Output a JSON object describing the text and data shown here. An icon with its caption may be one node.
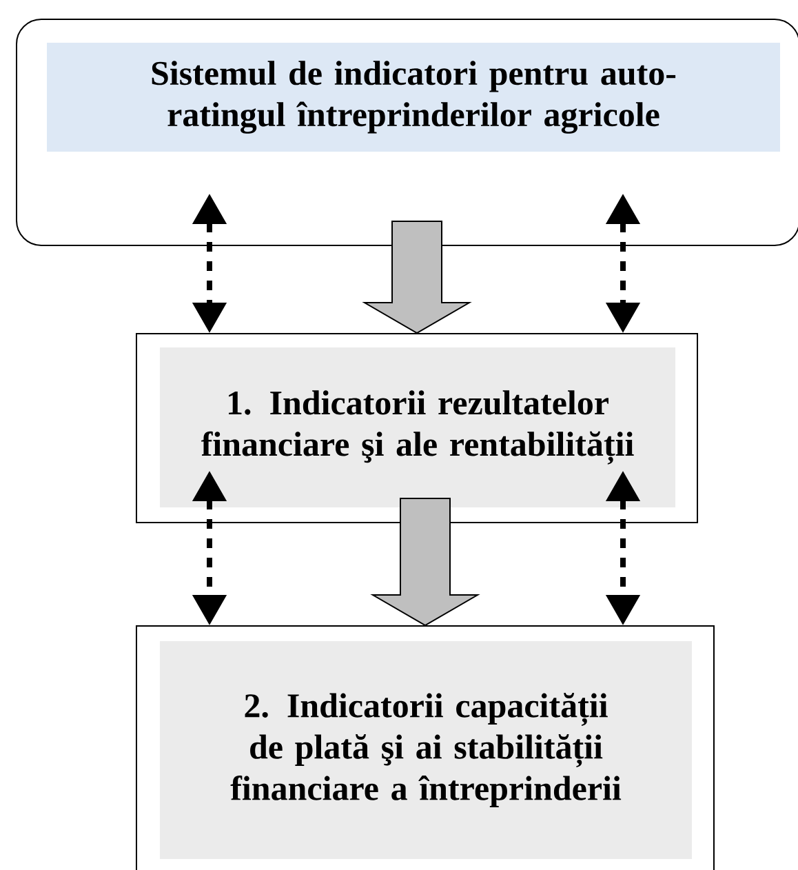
{
  "diagram": {
    "nodes": [
      {
        "text": [
          "Sistemul de indicatori pentru auto-ratingul întreprinderilor agricole"
        ]
      },
      {
        "text": [
          "1. Indicatorii rezultatelor financiare şi ale rentabilității"
        ]
      },
      {
        "text": [
          "2. Indicatorii capacității de plată şi ai stabilității financiare a întreprinderii"
        ]
      }
    ],
    "edges": [
      {
        "from": 0,
        "to": 1,
        "arrow": "both",
        "style": "dashed"
      },
      {
        "from": 0,
        "to": 1,
        "arrow": "to",
        "style": "thick",
        "color": "#bfbfbf"
      },
      {
        "from": 0,
        "to": 1,
        "arrow": "both",
        "style": "dashed"
      },
      {
        "from": 1,
        "to": 2,
        "arrow": "both",
        "style": "dashed"
      },
      {
        "from": 1,
        "to": 2,
        "arrow": "to",
        "style": "thick",
        "color": "#bfbfbf"
      },
      {
        "from": 1,
        "to": 2,
        "arrow": "both",
        "style": "dashed"
      }
    ]
  }
}
